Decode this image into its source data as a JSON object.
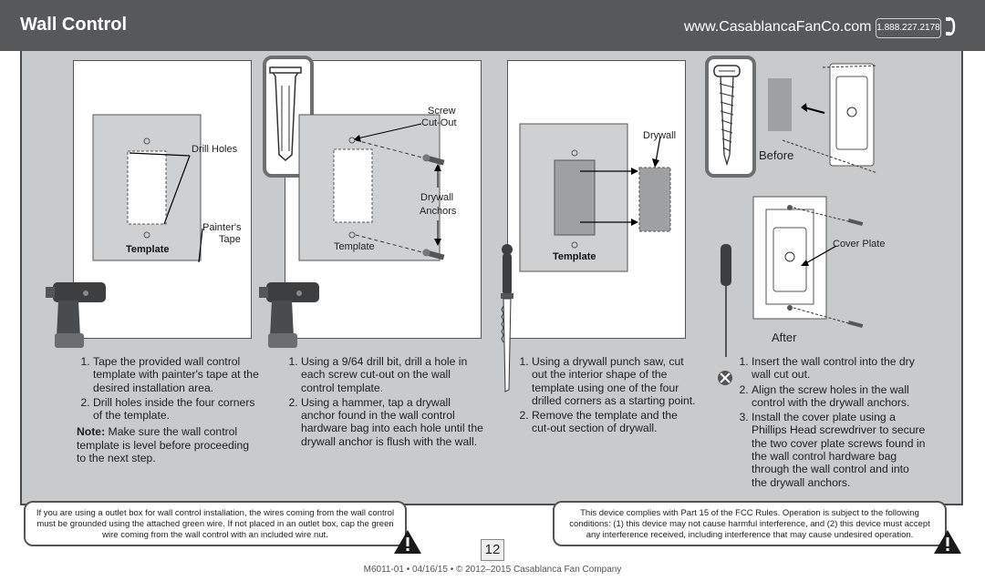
{
  "header": {
    "title": "Wall Control",
    "website": "www.CasablancaFanCo.com",
    "phone": "1.888.227.2178"
  },
  "step1": {
    "labels": {
      "drill_holes": "Drill Holes",
      "painters": "Painter's",
      "tape": "Tape",
      "template": "Template"
    },
    "items": [
      "Tape the provided wall control template with painter's tape at the desired installation area.",
      "Drill holes inside the four corners of the template."
    ],
    "note_label": "Note:",
    "note_text": "Make sure the wall control template is level before proceeding to the next step."
  },
  "step2": {
    "labels": {
      "screw": "Screw",
      "cutout": "Cut-Out",
      "drywall": "Drywall",
      "anchors": "Anchors",
      "template": "Template"
    },
    "items": [
      "Using a 9/64 drill bit, drill a hole in each screw cut-out on the wall control template.",
      "Using a hammer, tap a drywall anchor found in the wall control hardware bag into each hole until the drywall anchor is flush with the wall."
    ]
  },
  "step3": {
    "labels": {
      "drywall": "Drywall",
      "template": "Template"
    },
    "items": [
      "Using a drywall punch saw, cut out the interior shape of the template using one of the four drilled corners as a starting point.",
      "Remove the template and the cut-out section of drywall."
    ]
  },
  "step4": {
    "labels": {
      "before": "Before",
      "cover_plate": "Cover Plate",
      "after": "After"
    },
    "items": [
      "Insert the wall control into the dry wall cut out.",
      "Align the screw holes in the wall control with the drywall anchors.",
      "Install the cover plate using a Phillips Head screwdriver to secure the two cover plate screws found in the wall control hardware bag through the wall control and into the drywall anchors."
    ]
  },
  "warnings": {
    "left": "If you are using a outlet box for wall control installation, the wires coming from the wall control must be grounded using the attached green wire. If not placed in an outlet box, cap the green wire coming from the wall control with an included wire nut.",
    "right": "This device complies with Part 15 of the FCC Rules. Operation is subject to the following conditions: (1) this device may not cause harmful interference, and (2) this device must accept any interference received, including interference that may cause undesired operation."
  },
  "page_number": "12",
  "footer": "M6011-01 • 04/16/15 • © 2012–2015 Casablanca Fan Company",
  "icons": [
    "phone-icon",
    "drill-icon",
    "drywall-anchor-icon",
    "punch-saw-icon",
    "screw-icon",
    "screwdriver-icon",
    "no-power-icon",
    "warning-icon"
  ]
}
